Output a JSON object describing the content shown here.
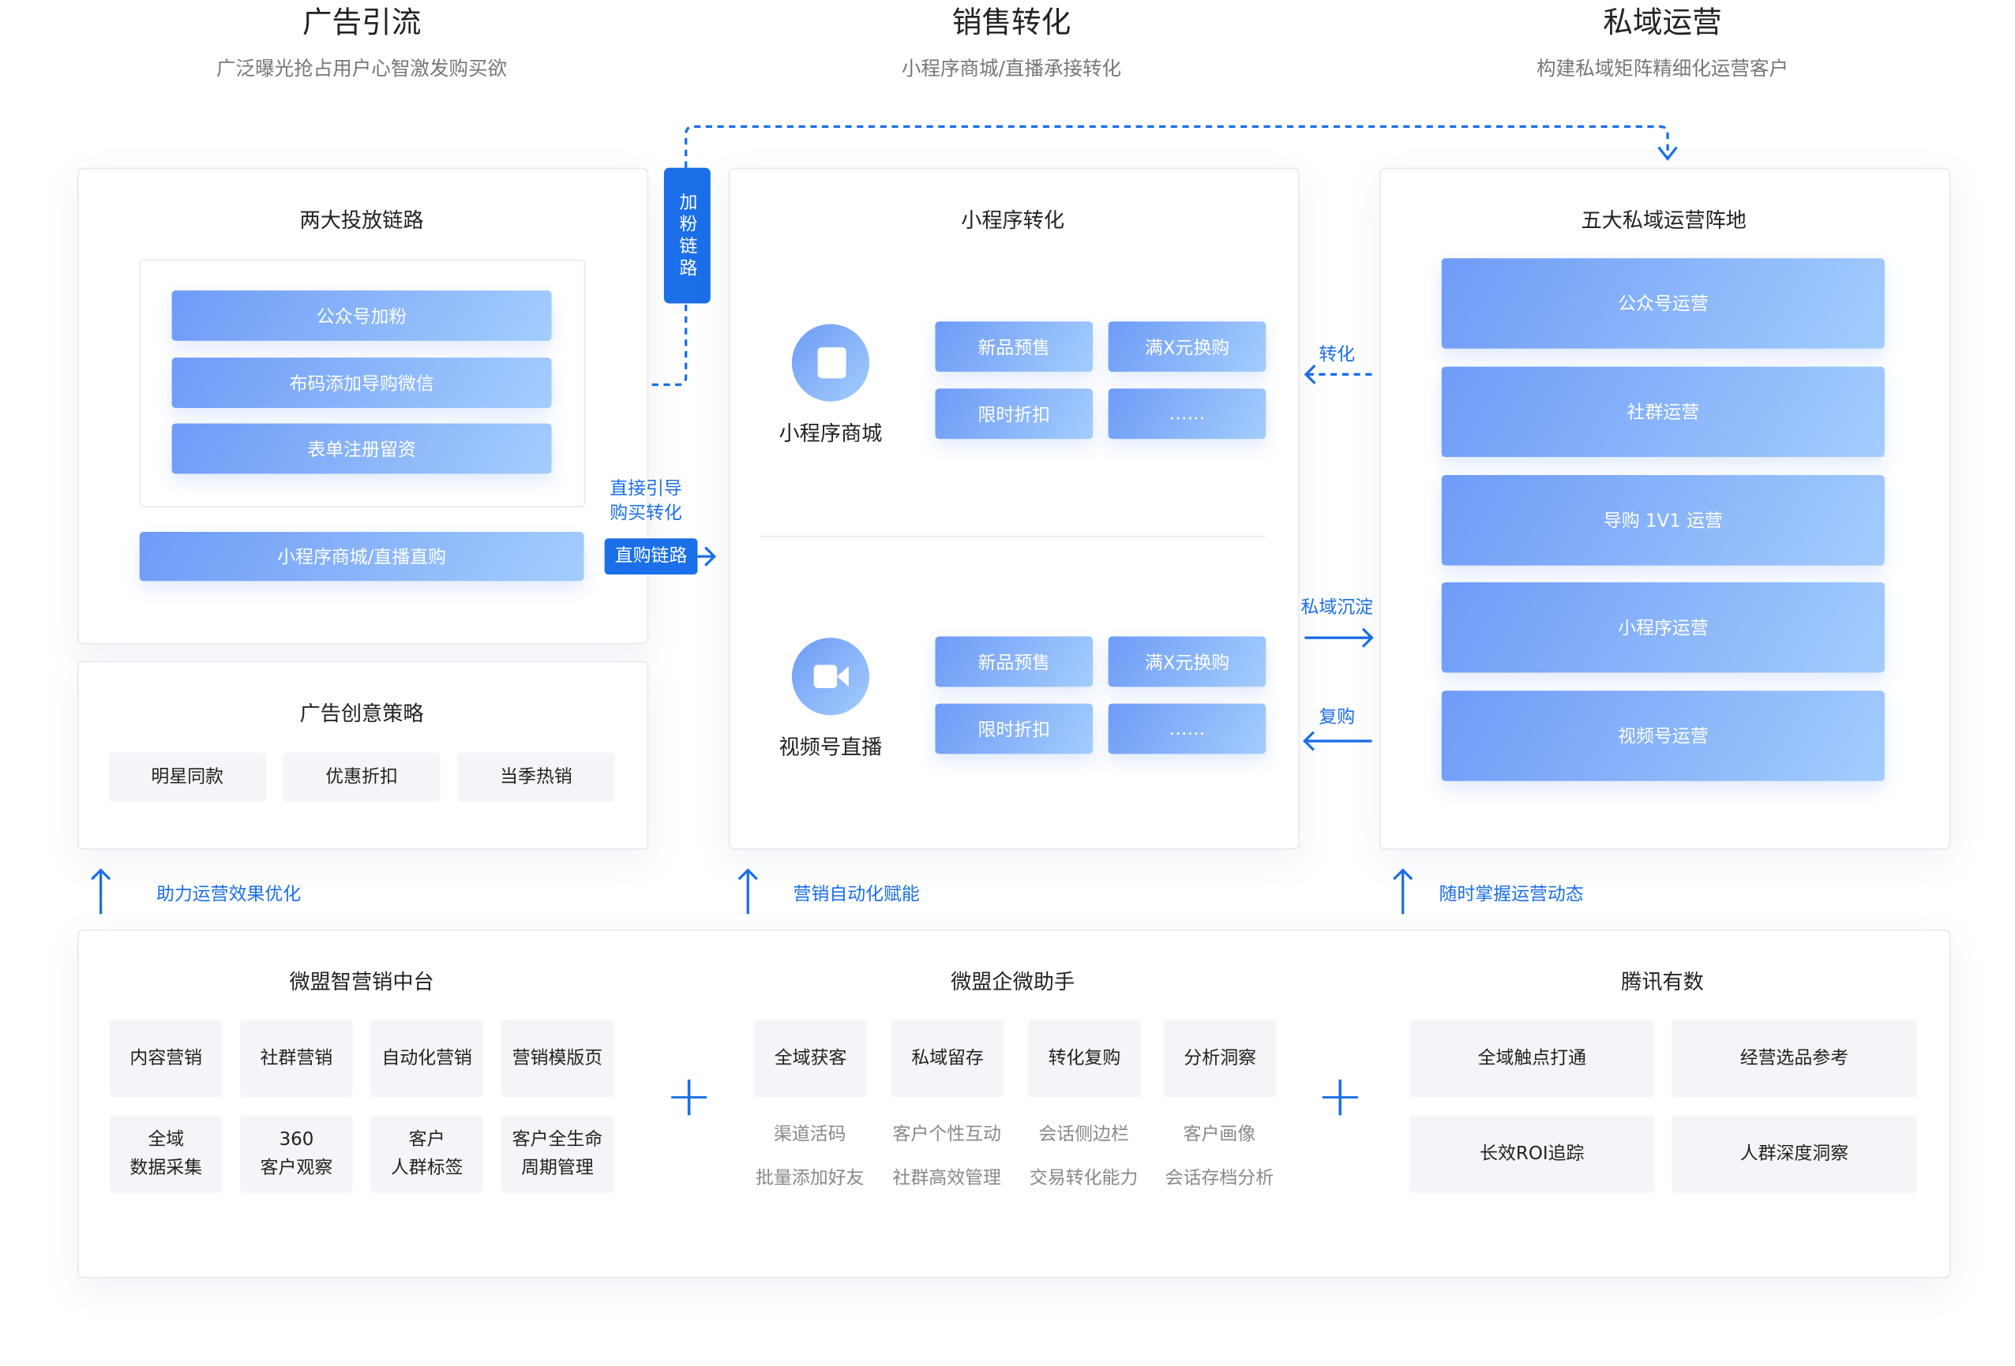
{
  "columns": [
    {
      "title": "广告引流",
      "subtitle": "广泛曝光抢占用户心智激发购买欲"
    },
    {
      "title": "销售转化",
      "subtitle": "小程序商城/直播承接转化"
    },
    {
      "title": "私域运营",
      "subtitle": "构建私域矩阵精细化运营客户"
    }
  ],
  "ad_links": {
    "title": "两大投放链路",
    "items": [
      "公众号加粉",
      "布码添加导购微信",
      "表单注册留资"
    ],
    "direct_bar": "小程序商城/直播直购",
    "direct_badge": "直购链路",
    "direct_note": [
      "直接引导",
      "购买转化"
    ],
    "fan_badge": "加粉链路"
  },
  "creative": {
    "title": "广告创意策略",
    "chips": [
      "明星同款",
      "优惠折扣",
      "当季热销"
    ]
  },
  "mini": {
    "title": "小程序转化",
    "shop": {
      "label": "小程序商城",
      "buttons": [
        "新品预售",
        "满X元换购",
        "限时折扣",
        "……"
      ]
    },
    "live": {
      "label": "视频号直播",
      "buttons": [
        "新品预售",
        "满X元换购",
        "限时折扣",
        "……"
      ]
    }
  },
  "flows": {
    "convert": "转化",
    "settle": "私域沉淀",
    "repurchase": "复购"
  },
  "private": {
    "title": "五大私域运营阵地",
    "items": [
      "公众号运营",
      "社群运营",
      "导购 1V1 运营",
      "小程序运营",
      "视频号运营"
    ]
  },
  "boosts": [
    "助力运营效果优化",
    "营销自动化赋能",
    "随时掌握运营动态"
  ],
  "bottom": {
    "platform": {
      "title": "微盟智营销中台",
      "cells": [
        "内容营销",
        "社群营销",
        "自动化营销",
        "营销模版页",
        "全域\n数据采集",
        "360\n客户观察",
        "客户\n人群标签",
        "客户全生命\n周期管理"
      ]
    },
    "assistant": {
      "title": "微盟企微助手",
      "cells": [
        "全域获客",
        "私域留存",
        "转化复购",
        "分析洞察"
      ],
      "row1": [
        "渠道活码",
        "客户个性互动",
        "会话侧边栏",
        "客户画像"
      ],
      "row2": [
        "批量添加好友",
        "社群高效管理",
        "交易转化能力",
        "会话存档分析"
      ]
    },
    "tencent": {
      "title": "腾讯有数",
      "cells": [
        "全域触点打通",
        "经营选品参考",
        "长效ROI追踪",
        "人群深度洞察"
      ]
    },
    "plus": "+"
  },
  "colors": {
    "accent": "#1b6fe8"
  }
}
